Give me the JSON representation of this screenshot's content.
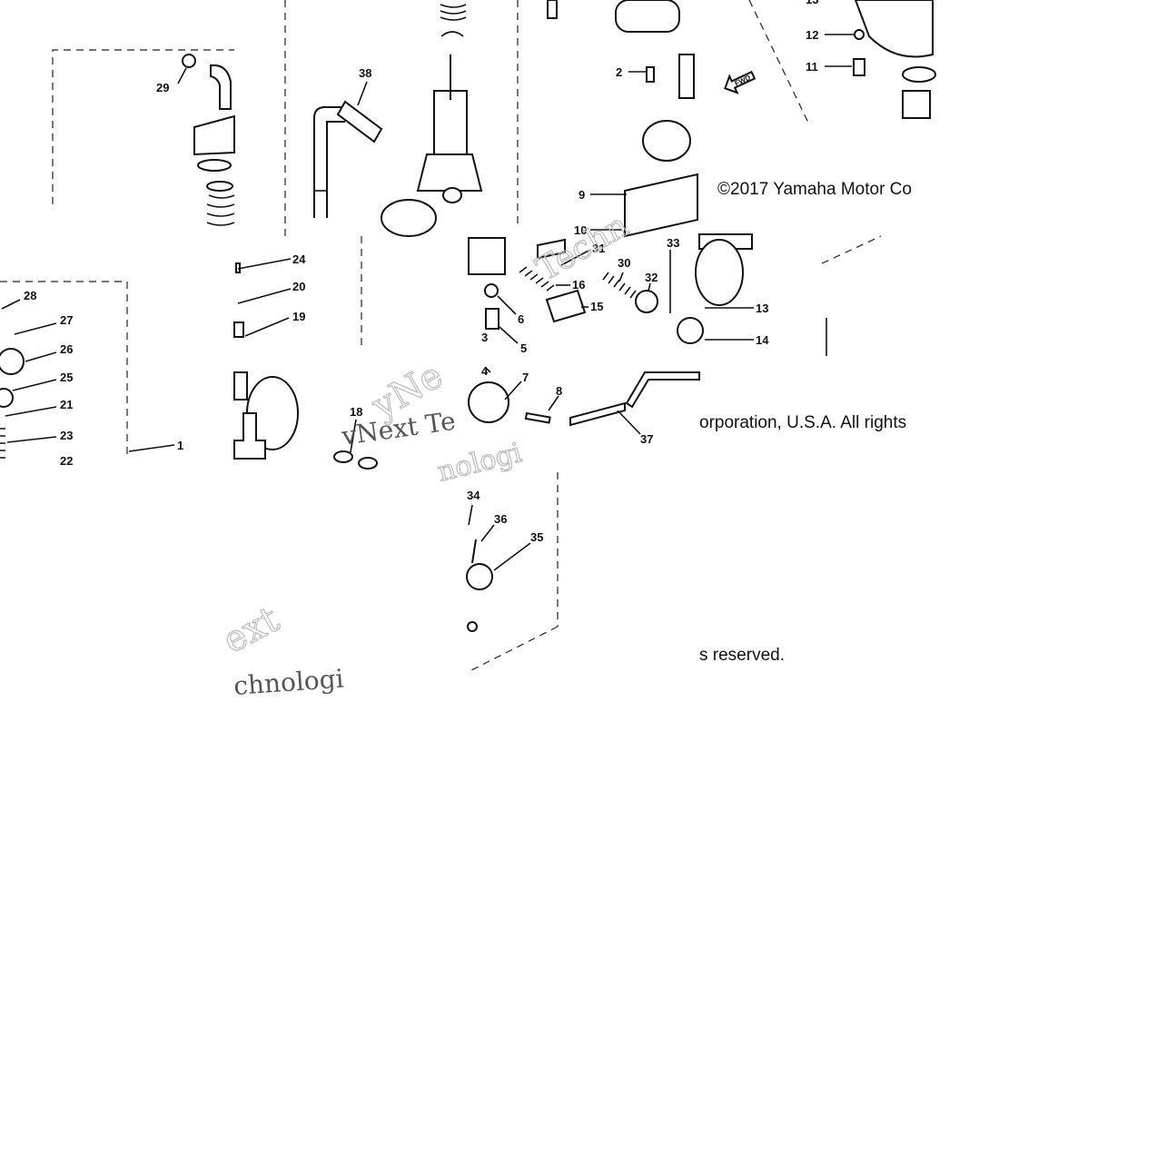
{
  "copyright": {
    "part1": "©2017 Yamaha Motor Co",
    "part2": "orporation, U.S.A. All rights",
    "part3": "s reserved."
  },
  "fwd_label": "FWD",
  "watermark": {
    "a": "vNext Te",
    "b": "yNe",
    "c": "Techn",
    "d": "ext",
    "e": "chnologi",
    "f": "nologi"
  },
  "callouts": [
    "1",
    "2",
    "3",
    "4",
    "5",
    "6",
    "7",
    "8",
    "9",
    "10",
    "11",
    "12",
    "13",
    "14",
    "15",
    "16",
    "18",
    "19",
    "20",
    "21",
    "22",
    "23",
    "24",
    "25",
    "26",
    "27",
    "28",
    "29",
    "30",
    "31",
    "32",
    "33",
    "34",
    "35",
    "36",
    "37",
    "38"
  ]
}
